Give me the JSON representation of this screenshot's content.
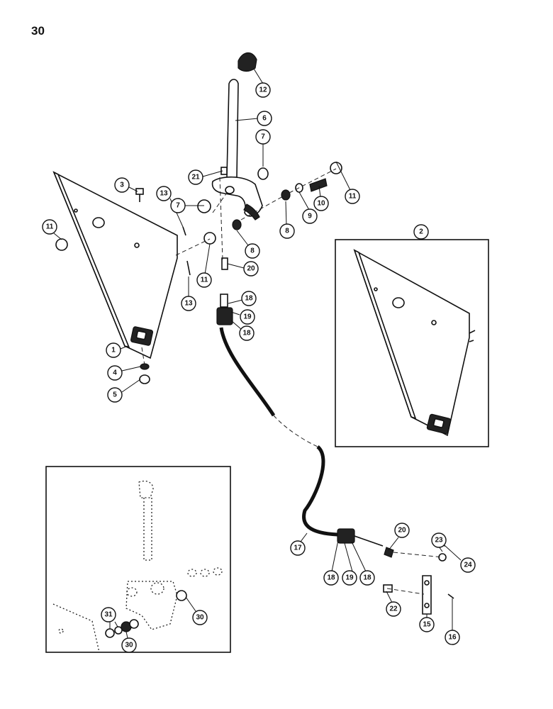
{
  "page_number": "30",
  "callouts": [
    {
      "id": "c12",
      "label": "12"
    },
    {
      "id": "c6",
      "label": "6"
    },
    {
      "id": "c7a",
      "label": "7"
    },
    {
      "id": "c21",
      "label": "21"
    },
    {
      "id": "c11a",
      "label": "11"
    },
    {
      "id": "c10",
      "label": "10"
    },
    {
      "id": "c9",
      "label": "9"
    },
    {
      "id": "c8a",
      "label": "8"
    },
    {
      "id": "c3",
      "label": "3"
    },
    {
      "id": "c7b",
      "label": "7"
    },
    {
      "id": "c13a",
      "label": "13"
    },
    {
      "id": "c11b",
      "label": "11"
    },
    {
      "id": "c8b",
      "label": "8"
    },
    {
      "id": "c2",
      "label": "2"
    },
    {
      "id": "c11c",
      "label": "11"
    },
    {
      "id": "c20a",
      "label": "20"
    },
    {
      "id": "c13b",
      "label": "13"
    },
    {
      "id": "c18a",
      "label": "18"
    },
    {
      "id": "c19a",
      "label": "19"
    },
    {
      "id": "c18b",
      "label": "18"
    },
    {
      "id": "c1",
      "label": "1"
    },
    {
      "id": "c4",
      "label": "4"
    },
    {
      "id": "c5",
      "label": "5"
    },
    {
      "id": "c20b",
      "label": "20"
    },
    {
      "id": "c23",
      "label": "23"
    },
    {
      "id": "c24",
      "label": "24"
    },
    {
      "id": "c17",
      "label": "17"
    },
    {
      "id": "c18c",
      "label": "18"
    },
    {
      "id": "c19b",
      "label": "19"
    },
    {
      "id": "c18d",
      "label": "18"
    },
    {
      "id": "c22",
      "label": "22"
    },
    {
      "id": "c15",
      "label": "15"
    },
    {
      "id": "c16",
      "label": "16"
    },
    {
      "id": "c31",
      "label": "31"
    },
    {
      "id": "c30a",
      "label": "30"
    },
    {
      "id": "c30b",
      "label": "30"
    }
  ]
}
